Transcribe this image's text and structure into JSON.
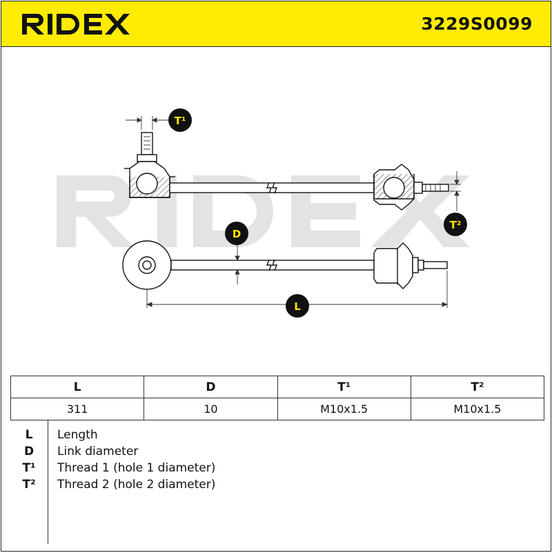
{
  "brand": {
    "logo_text": "RIDEX",
    "part_number": "3229S0099",
    "header_color": "#ffec00",
    "accent_color": "#ffe600"
  },
  "drawing": {
    "callouts": {
      "t1": "T¹",
      "t2": "T²",
      "d": "D",
      "l": "L"
    }
  },
  "spec_table": {
    "headers": [
      "L",
      "D",
      "T¹",
      "T²"
    ],
    "values": [
      "311",
      "10",
      "M10x1.5",
      "M10x1.5"
    ]
  },
  "legend": [
    {
      "symbol": "L",
      "description": "Length"
    },
    {
      "symbol": "D",
      "description": "Link diameter"
    },
    {
      "symbol": "T¹",
      "description": "Thread 1 (hole 1 diameter)"
    },
    {
      "symbol": "T²",
      "description": "Thread 2 (hole 2 diameter)"
    }
  ]
}
